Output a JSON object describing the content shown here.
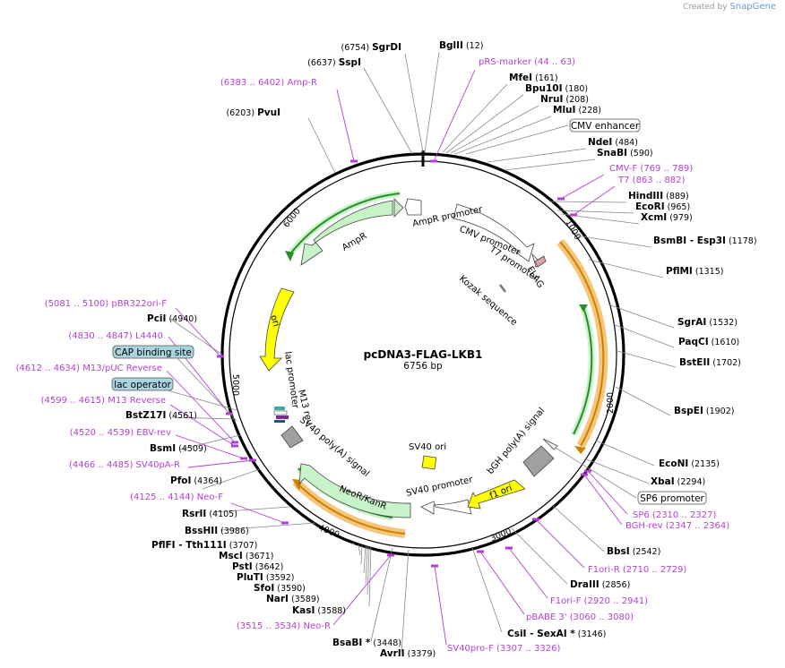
{
  "header": {
    "credit_prefix": "Created by",
    "credit_app": "SnapGene"
  },
  "plasmid": {
    "name": "pcDNA3-FLAG-LKB1",
    "size": "6756 bp"
  },
  "colors": {
    "primer": "#b43fd6",
    "amp_cds": "#c8f2c8",
    "ori": "#ffff00",
    "promoter": "#ffffff",
    "polyA": "#a0a0a0",
    "orf_highlight": "#f5c77d",
    "orf_line": "#d08000",
    "cds_green": "#2a8c2a"
  },
  "ticks": [
    "1000",
    "2000",
    "3000",
    "4000",
    "5000",
    "6000"
  ],
  "enzymes": [
    {
      "name": "SgrDI",
      "pos": "(6754)"
    },
    {
      "name": "BglII",
      "pos": "(12)"
    },
    {
      "name": "SspI",
      "pos": "(6637)"
    },
    {
      "name": "PvuI",
      "pos": "(6203)"
    },
    {
      "name": "MfeI",
      "pos": "(161)"
    },
    {
      "name": "Bpu10I",
      "pos": "(180)"
    },
    {
      "name": "NruI",
      "pos": "(208)"
    },
    {
      "name": "MluI",
      "pos": "(228)"
    },
    {
      "name": "NdeI",
      "pos": "(484)"
    },
    {
      "name": "SnaBI",
      "pos": "(590)"
    },
    {
      "name": "HindIII",
      "pos": "(889)"
    },
    {
      "name": "EcoRI",
      "pos": "(965)"
    },
    {
      "name": "XcmI",
      "pos": "(979)"
    },
    {
      "name": "BsmBI - Esp3I",
      "pos": "(1178)"
    },
    {
      "name": "PflMI",
      "pos": "(1315)"
    },
    {
      "name": "SgrAI",
      "pos": "(1532)"
    },
    {
      "name": "PaqCI",
      "pos": "(1610)"
    },
    {
      "name": "BstEII",
      "pos": "(1702)"
    },
    {
      "name": "BspEI",
      "pos": "(1902)"
    },
    {
      "name": "EcoNI",
      "pos": "(2135)"
    },
    {
      "name": "XbaI",
      "pos": "(2294)"
    },
    {
      "name": "BbsI",
      "pos": "(2542)"
    },
    {
      "name": "DraIII",
      "pos": "(2856)"
    },
    {
      "name": "CsiI - SexAI *",
      "pos": "(3146)"
    },
    {
      "name": "AvrII",
      "pos": "(3379)"
    },
    {
      "name": "BsaBI *",
      "pos": "(3448)"
    },
    {
      "name": "KasI",
      "pos": "(3588)"
    },
    {
      "name": "NarI",
      "pos": "(3589)"
    },
    {
      "name": "SfoI",
      "pos": "(3590)"
    },
    {
      "name": "PluTI",
      "pos": "(3592)"
    },
    {
      "name": "PstI",
      "pos": "(3642)"
    },
    {
      "name": "MscI",
      "pos": "(3671)"
    },
    {
      "name": "PflFI - Tth111I",
      "pos": "(3707)"
    },
    {
      "name": "BssHII",
      "pos": "(3986)"
    },
    {
      "name": "RsrII",
      "pos": "(4105)"
    },
    {
      "name": "PfoI",
      "pos": "(4364)"
    },
    {
      "name": "BsmI",
      "pos": "(4509)"
    },
    {
      "name": "BstZ17I",
      "pos": "(4561)"
    },
    {
      "name": "PciI",
      "pos": "(4940)"
    }
  ],
  "primers": [
    {
      "name": "pRS-marker",
      "range": "(44 .. 63)"
    },
    {
      "name": "Amp-R",
      "range": "(6383 .. 6402)"
    },
    {
      "name": "CMV-F",
      "range": "(769 .. 789)"
    },
    {
      "name": "T7",
      "range": "(863 .. 882)"
    },
    {
      "name": "SP6",
      "range": "(2310 .. 2327)"
    },
    {
      "name": "BGH-rev",
      "range": "(2347 .. 2364)"
    },
    {
      "name": "F1ori-R",
      "range": "(2710 .. 2729)"
    },
    {
      "name": "F1ori-F",
      "range": "(2920 .. 2941)"
    },
    {
      "name": "pBABE 3'",
      "range": "(3060 .. 3080)"
    },
    {
      "name": "SV40pro-F",
      "range": "(3307 .. 3326)"
    },
    {
      "name": "Neo-R",
      "range": "(3515 .. 3534)"
    },
    {
      "name": "Neo-F",
      "range": "(4125 .. 4144)"
    },
    {
      "name": "SV40pA-R",
      "range": "(4466 .. 4485)"
    },
    {
      "name": "EBV-rev",
      "range": "(4520 .. 4539)"
    },
    {
      "name": "M13 Reverse",
      "range": "(4599 .. 4615)"
    },
    {
      "name": "M13/pUC Reverse",
      "range": "(4612 .. 4634)"
    },
    {
      "name": "L4440",
      "range": "(4830 .. 4847)"
    },
    {
      "name": "pBR322ori-F",
      "range": "(5081 .. 5100)"
    }
  ],
  "boxed_features": {
    "cmv_enhancer": "CMV enhancer",
    "sp6_promoter": "SP6 promoter",
    "cap_binding_site": "CAP binding site",
    "lac_operator": "lac operator"
  },
  "feature_labels": {
    "ampr_promoter": "AmpR promoter",
    "ampr": "AmpR",
    "cmv_promoter": "CMV promoter",
    "t7_promoter": "T7 promoter",
    "flag": "FLAG",
    "kozak": "Kozak sequence",
    "ori": "ori",
    "lac_promoter": "lac promoter",
    "m13_rev": "M13 rev",
    "sv40_polya": "SV40 poly(A) signal",
    "neor_kanr": "NeoR/KanR",
    "sv40_promoter": "SV40 promoter",
    "sv40_ori": "SV40 ori",
    "f1_ori": "f1 ori",
    "bgh_polya": "bGH poly(A) signal"
  }
}
